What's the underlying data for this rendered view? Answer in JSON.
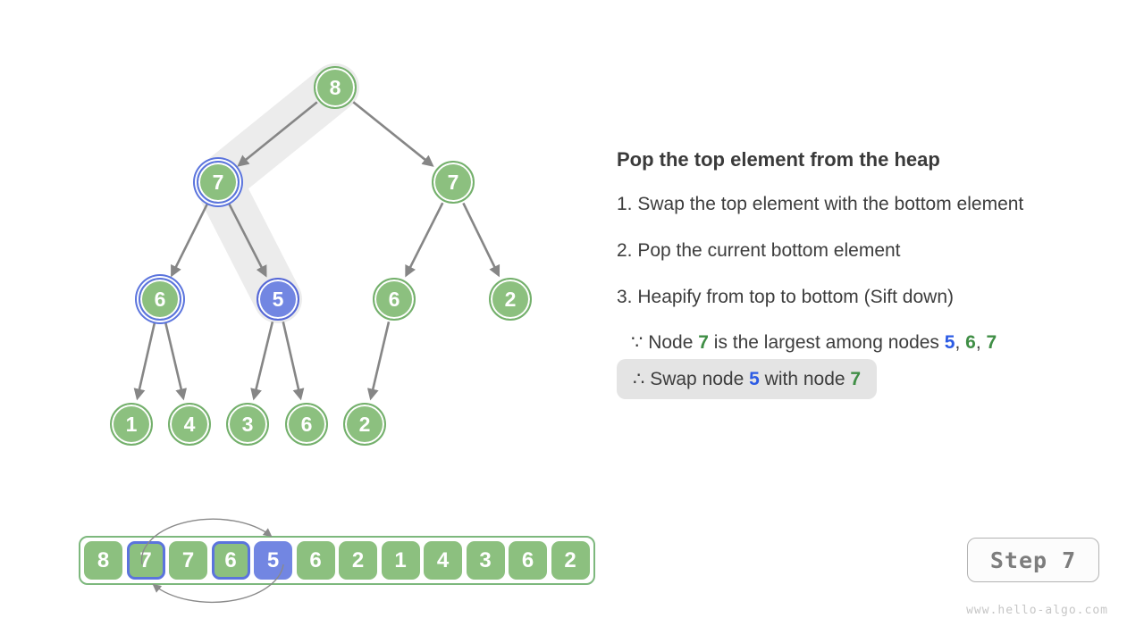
{
  "panel": {
    "title": "Pop the top element from the heap",
    "steps": [
      "1. Swap the top element with the bottom element",
      "2. Pop the current bottom element",
      "3. Heapify from top to bottom (Sift down)"
    ],
    "because": {
      "symbol": "∵",
      "p1": " Node ",
      "n1": "7",
      "p2": " is the largest among nodes ",
      "n2": "5",
      "s1": ", ",
      "n3": "6",
      "s2": ", ",
      "n4": "7"
    },
    "therefore": {
      "symbol": "∴",
      "p1": " Swap node ",
      "n1": "5",
      "p2": " with node ",
      "n2": "7"
    }
  },
  "tree": {
    "nodes": [
      {
        "value": "8",
        "state": "green"
      },
      {
        "value": "7",
        "state": "green-with-blue-ring"
      },
      {
        "value": "7",
        "state": "green"
      },
      {
        "value": "6",
        "state": "green-with-blue-ring"
      },
      {
        "value": "5",
        "state": "blue"
      },
      {
        "value": "6",
        "state": "green"
      },
      {
        "value": "2",
        "state": "green"
      },
      {
        "value": "1",
        "state": "green"
      },
      {
        "value": "4",
        "state": "green"
      },
      {
        "value": "3",
        "state": "green"
      },
      {
        "value": "6",
        "state": "green"
      },
      {
        "value": "2",
        "state": "green"
      }
    ]
  },
  "array": {
    "cells": [
      {
        "value": "8",
        "state": "green"
      },
      {
        "value": "7",
        "state": "green-with-blue-ring"
      },
      {
        "value": "7",
        "state": "green"
      },
      {
        "value": "6",
        "state": "green-with-blue-ring"
      },
      {
        "value": "5",
        "state": "blue"
      },
      {
        "value": "6",
        "state": "green"
      },
      {
        "value": "2",
        "state": "green"
      },
      {
        "value": "1",
        "state": "green"
      },
      {
        "value": "4",
        "state": "green"
      },
      {
        "value": "3",
        "state": "green"
      },
      {
        "value": "6",
        "state": "green"
      },
      {
        "value": "2",
        "state": "green"
      }
    ]
  },
  "step_indicator": {
    "label": "Step 7"
  },
  "watermark": "www.hello-algo.com",
  "colors": {
    "node_green_fill": "#8cc07f",
    "node_green_border": "#74b06c",
    "node_blue_fill": "#7286e2",
    "node_blue_border": "#5b74dd",
    "edge_gray": "#868686",
    "highlight_band": "#ececec",
    "pill_background": "#e4e4e4",
    "text_dark": "#3d3d3d",
    "text_green": "#3f8e45",
    "text_blue": "#2c5be4",
    "step_text": "#7d7d7d",
    "watermark_gray": "#c6c6c6"
  }
}
